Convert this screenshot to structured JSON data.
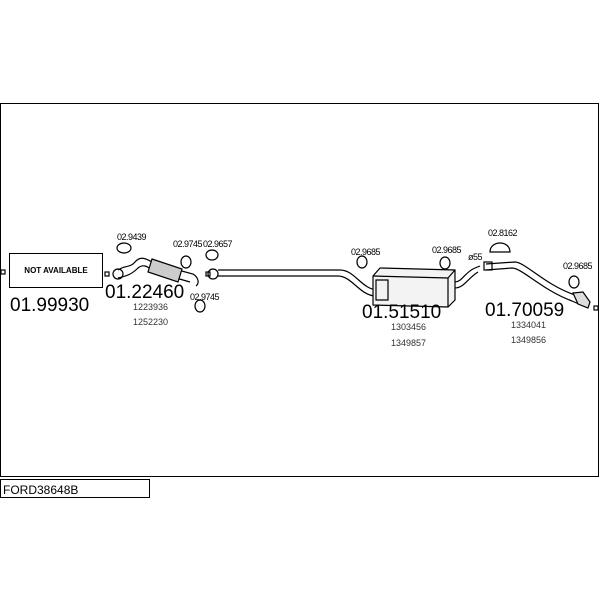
{
  "title_code": "FORD38648B",
  "parts": [
    {
      "number": "01.99930",
      "status": "NOT AVAILABLE",
      "refs": []
    },
    {
      "number": "01.22460",
      "refs": [
        "1223936",
        "1252230"
      ]
    },
    {
      "number": "01.51510",
      "refs": [
        "1303456",
        "1349857"
      ]
    },
    {
      "number": "01.70059",
      "refs": [
        "1334041",
        "1349856"
      ]
    }
  ],
  "fittings": [
    "02.9439",
    "02.9745",
    "02.9657",
    "02.9745",
    "02.9685",
    "02.9685",
    "02.8162",
    "02.9685"
  ],
  "diameter_label": "ø55"
}
